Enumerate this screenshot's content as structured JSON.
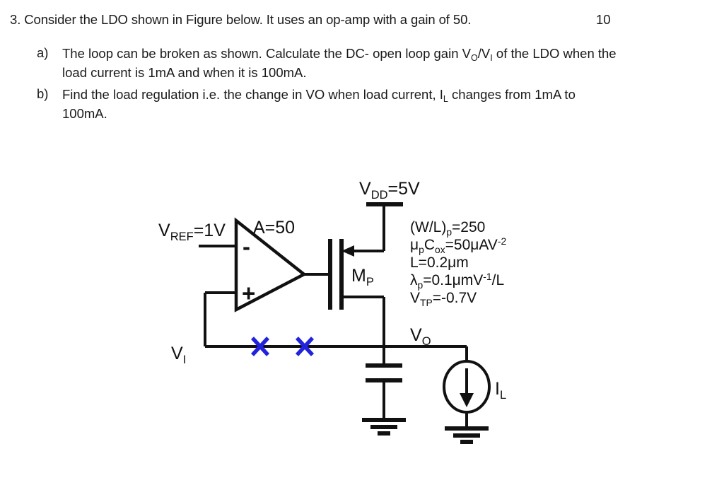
{
  "question": {
    "number": "3.",
    "stem": "3. Consider the LDO shown in Figure below. It uses an op-amp with a gain of 50.",
    "marks": "10",
    "items": [
      {
        "label": "a)",
        "line1_pre": "The loop can be broken as shown. Calculate the DC- open loop gain V",
        "line1_sub1": "O",
        "line1_mid": "/V",
        "line1_sub2": "I",
        "line1_post": " of the LDO when the",
        "line2": "load current is 1mA and when it is 100mA."
      },
      {
        "label": "b)",
        "line1_pre": "Find the load regulation i.e. the change in VO when load current, I",
        "line1_sub1": "L",
        "line1_post": " changes from 1mA to",
        "line2": "100mA."
      }
    ]
  },
  "figure": {
    "title": "ldo-circuit-diagram",
    "supply": {
      "name": "V",
      "sub": "DD",
      "value": "=5V",
      "full": "VDD=5V"
    },
    "reference": {
      "name": "V",
      "sub": "REF",
      "value": "=1V",
      "full": "VREF=1V"
    },
    "opamp": {
      "gain_label": "A=50",
      "minus_sign": "-",
      "plus_sign": "+"
    },
    "transistor": {
      "name": "M",
      "sub": "P",
      "full": "MP",
      "type": "pmos"
    },
    "output_node": {
      "name": "V",
      "sub": "O",
      "full": "VO"
    },
    "input_node": {
      "name": "V",
      "sub": "I",
      "full": "VI"
    },
    "load_current": {
      "name": "I",
      "sub": "L",
      "full": "IL"
    },
    "break_marks": {
      "count": 2,
      "color": "#2222dd",
      "meaning": "loop-broken"
    },
    "parameters": [
      {
        "pre": "(W/L)",
        "sub": "p",
        "post": "=250"
      },
      {
        "pre": "μ",
        "sub": "p",
        "mid": "C",
        "sub2": "ox",
        "post": "=50μAV",
        "sup": "-2"
      },
      {
        "pre": "L=0.2μm",
        "sub": "",
        "post": ""
      },
      {
        "pre": "λ",
        "sub": "p",
        "post": "=0.1μmV",
        "sup": "-1",
        "tail": "/L"
      },
      {
        "pre": "V",
        "sub": "TP",
        "post": "=-0.7V"
      }
    ]
  },
  "colors": {
    "ink": "#111111",
    "break_blue": "#2222dd",
    "background": "#ffffff"
  }
}
